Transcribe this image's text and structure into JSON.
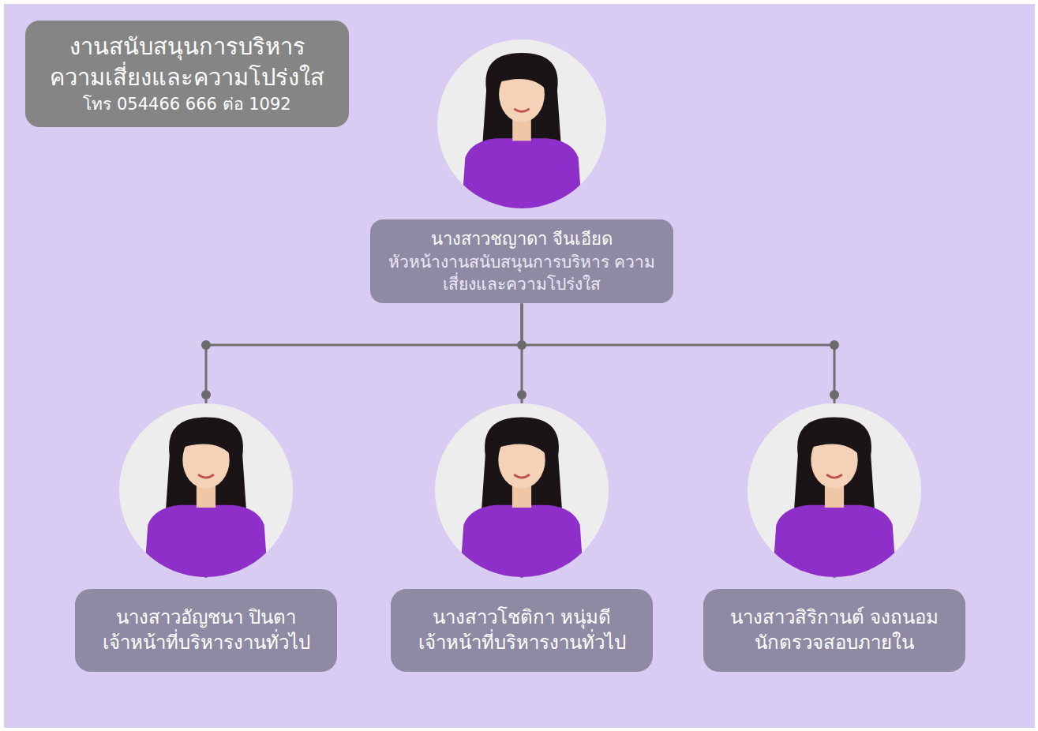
{
  "diagram": {
    "nodes": [
      {
        "text": [
          "งานสนับสนุนการบริหาร ความเสี่ยงและความโปร่งใส",
          "โทร 054466 666 ต่อ 1092"
        ]
      },
      {
        "text": [
          "นางสาวชญาดา จีนเอียด",
          "หัวหน้างานสนับสนุนการบริหาร ความเสี่ยงและความโปร่งใส"
        ]
      },
      {
        "text": [
          "นางสาวอัญชนา ปินตา",
          "เจ้าหน้าที่บริหารงานทั่วไป"
        ]
      },
      {
        "text": [
          "นางสาวโชติกา หนุ่มดี",
          "เจ้าหน้าที่บริหารงานทั่วไป"
        ]
      },
      {
        "text": [
          "นางสาวสิริกานต์ จงถนอม",
          "นักตรวจสอบภายใน"
        ]
      }
    ],
    "edges": [
      {
        "from": 1,
        "to": 2,
        "arrow": "none"
      },
      {
        "from": 1,
        "to": 3,
        "arrow": "none"
      },
      {
        "from": 1,
        "to": 4,
        "arrow": "none"
      }
    ]
  }
}
